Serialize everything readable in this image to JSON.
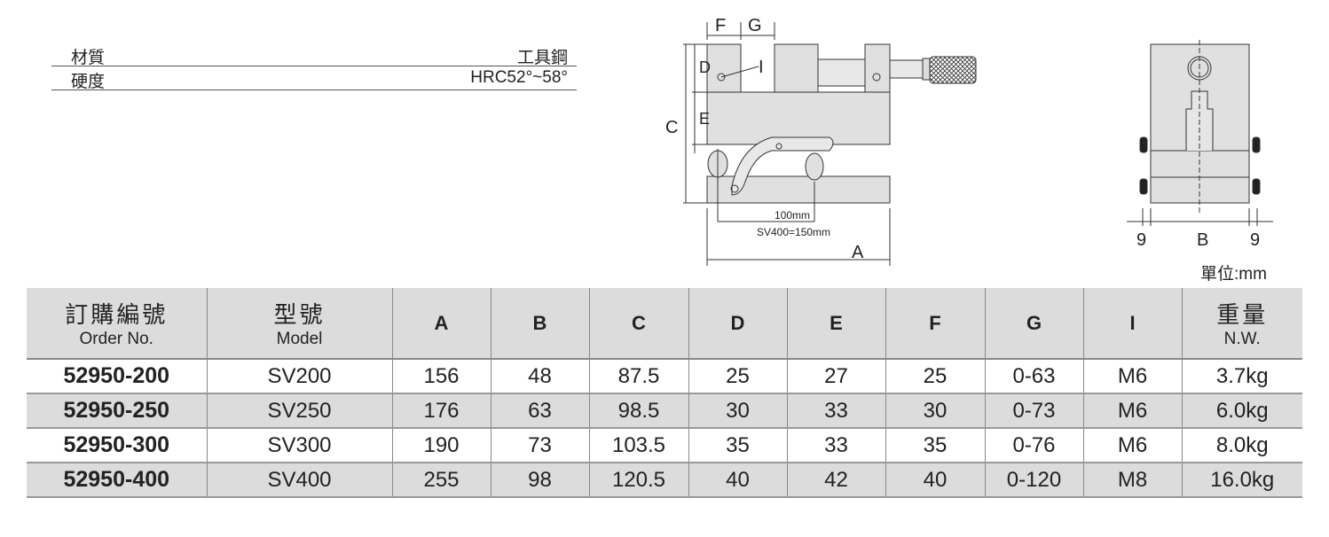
{
  "specs": [
    {
      "label": "材質",
      "value": "工具鋼"
    },
    {
      "label": "硬度",
      "value": "HRC52°~58°"
    }
  ],
  "diagram": {
    "labels": {
      "F": "F",
      "G": "G",
      "I": "I",
      "D": "D",
      "E": "E",
      "C": "C",
      "A": "A",
      "B": "B",
      "side_left": "9",
      "side_right": "9"
    },
    "jaw_note_1": "100mm",
    "jaw_note_2": "SV400=150mm"
  },
  "unit": "單位:mm",
  "table": {
    "headers": [
      {
        "cn": "訂購編號",
        "en": "Order No."
      },
      {
        "cn": "型號",
        "en": "Model"
      },
      {
        "dim": "A"
      },
      {
        "dim": "B"
      },
      {
        "dim": "C"
      },
      {
        "dim": "D"
      },
      {
        "dim": "E"
      },
      {
        "dim": "F"
      },
      {
        "dim": "G"
      },
      {
        "dim": "I"
      },
      {
        "cn": "重量",
        "en": "N.W."
      }
    ],
    "rows": [
      [
        "52950-200",
        "SV200",
        "156",
        "48",
        "87.5",
        "25",
        "27",
        "25",
        "0-63",
        "M6",
        "3.7kg"
      ],
      [
        "52950-250",
        "SV250",
        "176",
        "63",
        "98.5",
        "30",
        "33",
        "30",
        "0-73",
        "M6",
        "6.0kg"
      ],
      [
        "52950-300",
        "SV300",
        "190",
        "73",
        "103.5",
        "35",
        "33",
        "35",
        "0-76",
        "M6",
        "8.0kg"
      ],
      [
        "52950-400",
        "SV400",
        "255",
        "98",
        "120.5",
        "40",
        "42",
        "40",
        "0-120",
        "M8",
        "16.0kg"
      ]
    ]
  }
}
